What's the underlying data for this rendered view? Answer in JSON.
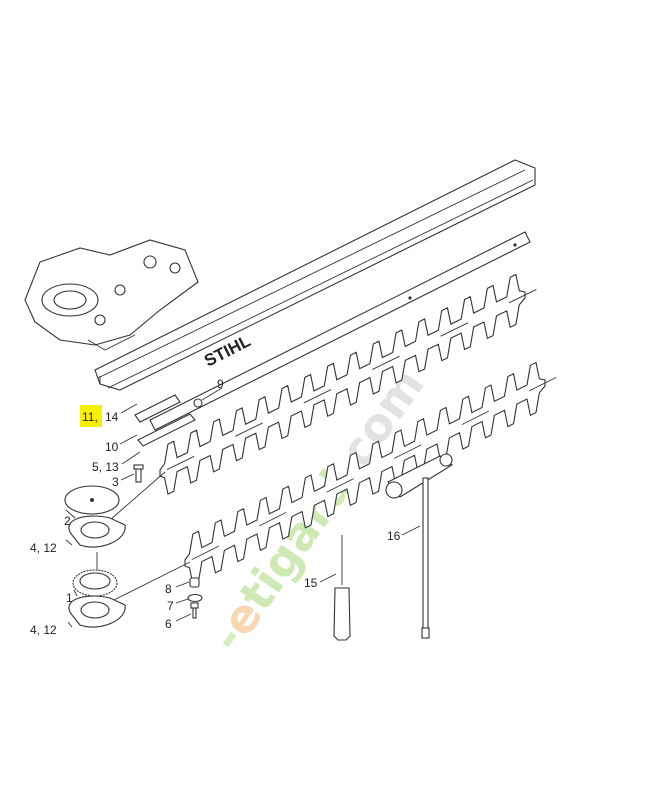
{
  "diagram": {
    "brand_logo": "STIHL",
    "watermark": "etigarden.com",
    "highlight_color": "#f7f000",
    "callouts": [
      {
        "id": "c9",
        "text": "9"
      },
      {
        "id": "c11",
        "text": "11,",
        "highlighted": true
      },
      {
        "id": "c14",
        "text": "14"
      },
      {
        "id": "c10",
        "text": "10"
      },
      {
        "id": "c513",
        "text": "5, 13"
      },
      {
        "id": "c3",
        "text": "3"
      },
      {
        "id": "c2",
        "text": "2"
      },
      {
        "id": "c412a",
        "text": "4, 12"
      },
      {
        "id": "c1",
        "text": "1"
      },
      {
        "id": "c8",
        "text": "8"
      },
      {
        "id": "c7",
        "text": "7"
      },
      {
        "id": "c6",
        "text": "6"
      },
      {
        "id": "c412b",
        "text": "4, 12"
      },
      {
        "id": "c15",
        "text": "15"
      },
      {
        "id": "c16",
        "text": "16"
      }
    ]
  }
}
